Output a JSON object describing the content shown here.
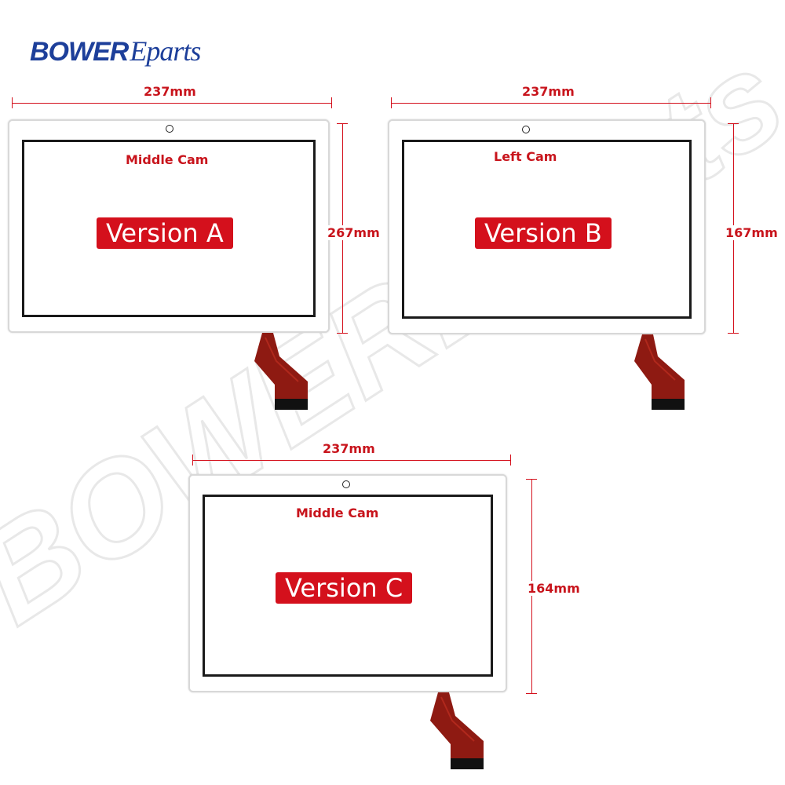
{
  "brand": {
    "name_bold": "BOWER",
    "name_rest": "Eparts"
  },
  "watermark_text": "BOWEREparts",
  "colors": {
    "brand_blue": "#1d3f9a",
    "label_red": "#c8141c",
    "badge_red": "#d4101c",
    "cable_red": "#8e1a12",
    "cable_black": "#111111"
  },
  "panels": [
    {
      "version": "Version A",
      "cam": "Middle Cam",
      "width": "237mm",
      "height": "267mm"
    },
    {
      "version": "Version B",
      "cam": "Left Cam",
      "width": "237mm",
      "height": "167mm"
    },
    {
      "version": "Version C",
      "cam": "Middle Cam",
      "width": "237mm",
      "height": "164mm"
    }
  ]
}
